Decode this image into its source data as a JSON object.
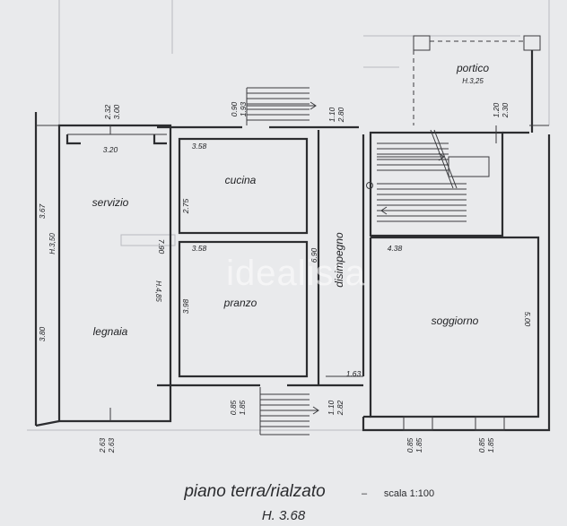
{
  "watermark": "idealista",
  "rooms": {
    "portico": "portico",
    "servizio": "servizio",
    "legnaia": "legnaia",
    "cucina": "cucina",
    "pranzo": "pranzo",
    "disimpegno": "disimpegno",
    "soggiorno": "soggiorno"
  },
  "heights": {
    "portico": "H.3,25",
    "servizio": "H.3,50",
    "middle": "H.4,85"
  },
  "dimensions": {
    "top_left_a": "2.32",
    "top_left_b": "3.00",
    "servizio_width": "3.20",
    "servizio_len": "3.67",
    "legnaia_len": "3.80",
    "wall_790": "7.90",
    "top_door_a": "0.90",
    "top_door_b": "1.93",
    "cucina_w": "3.58",
    "cucina_h": "2.75",
    "pranzo_w": "3.58",
    "pranzo_h": "3.98",
    "disimp_a": "1.10",
    "disimp_b": "2.80",
    "disimp_len": "6.90",
    "portico_a": "1.20",
    "portico_b": "2.30",
    "soggiorno_w": "4.38",
    "soggiorno_h": "5.00",
    "disimp_bottom": "1.63",
    "bot_door_a": "0.85",
    "bot_door_b": "1.85",
    "bot_mid_a": "1.10",
    "bot_mid_b": "2.82",
    "legnaia_bot_a": "2.63",
    "legnaia_bot_b": "2.63",
    "sog_door1_a": "0.85",
    "sog_door1_b": "1.85",
    "sog_door2_a": "0.85",
    "sog_door2_b": "1.85"
  },
  "caption": {
    "title": "piano terra/rialzato",
    "separator": "–",
    "scale": "scala 1:100",
    "height": "H. 3.68"
  }
}
